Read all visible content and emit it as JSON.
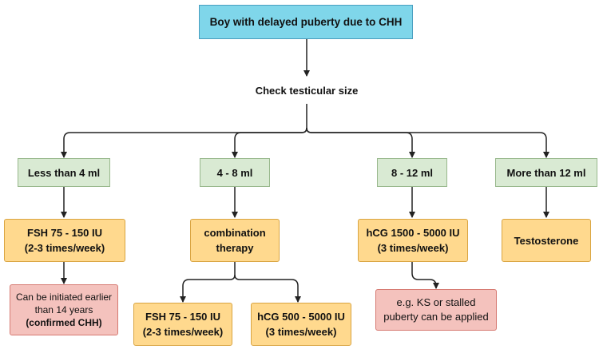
{
  "title": "Boy with delayed puberty due to CHH",
  "decision": "Check testicular size",
  "branches": [
    {
      "label": "Less than 4 ml"
    },
    {
      "label": "4 - 8 ml"
    },
    {
      "label": "8 - 12 ml"
    },
    {
      "label": "More than 12 ml"
    }
  ],
  "treatments": {
    "fsh_single": {
      "line1": "FSH 75 - 150 IU",
      "line2": "(2-3 times/week)"
    },
    "combination": {
      "line1": "combination",
      "line2": "therapy"
    },
    "hcg_high": {
      "line1": "hCG 1500 - 5000 IU",
      "line2": "(3 times/week)"
    },
    "testosterone": "Testosterone"
  },
  "combination_parts": {
    "fsh": {
      "line1": "FSH 75 - 150 IU",
      "line2": "(2-3 times/week)"
    },
    "hcg": {
      "line1": "hCG 500 - 5000 IU",
      "line2": "(3 times/week)"
    }
  },
  "notes": {
    "early": {
      "line1": "Can be initiated earlier",
      "line2": "than 14 years",
      "line3": "(confirmed CHH)"
    },
    "ks": {
      "line1": "e.g. KS or stalled",
      "line2": "puberty can be applied"
    }
  },
  "colors": {
    "title_fill": "#7fd6ea",
    "range_fill": "#d9ead3",
    "treatment_fill": "#ffd98e",
    "note_fill": "#f4c2bd",
    "connector": "#222222"
  }
}
